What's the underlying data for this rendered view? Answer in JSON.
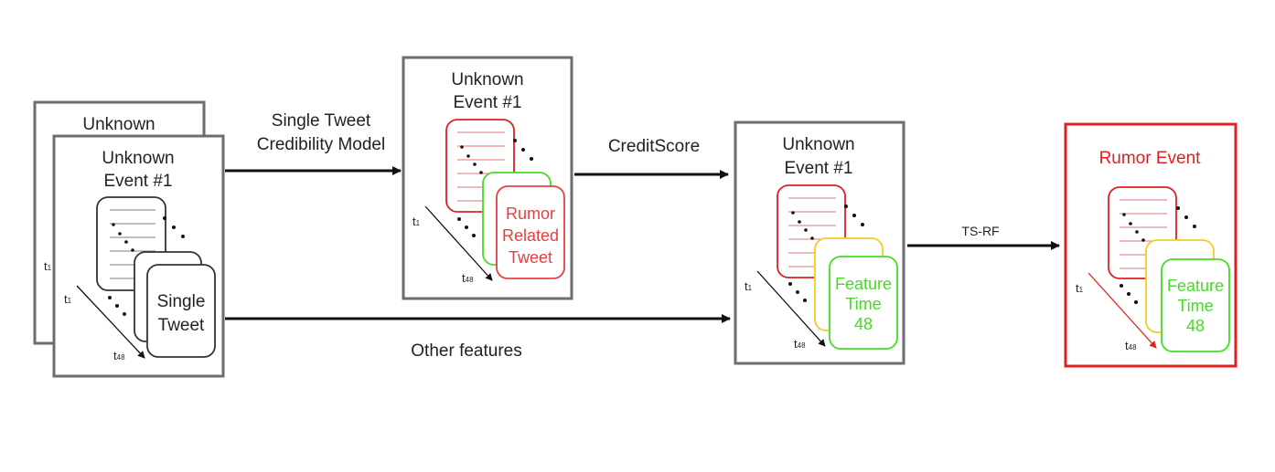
{
  "stage1": {
    "back_title": "Unknown",
    "front_title_line1": "Unknown",
    "front_title_line2": "Event #1",
    "card_label_line1": "Single",
    "card_label_line2": "Tweet",
    "t_start": "t",
    "t_start_sub": "1",
    "t_end": "t",
    "t_end_sub": "48"
  },
  "arrow1": {
    "label_line1": "Single Tweet",
    "label_line2": "Credibility Model"
  },
  "stage2": {
    "title_line1": "Unknown",
    "title_line2": "Event #1",
    "card_label_line1": "Rumor",
    "card_label_line2": "Related",
    "card_label_line3": "Tweet",
    "t_start": "t",
    "t_start_sub": "1",
    "t_end": "t",
    "t_end_sub": "48"
  },
  "arrow2": {
    "label": "CreditScore"
  },
  "arrow_bottom": {
    "label": "Other features"
  },
  "stage3": {
    "title_line1": "Unknown",
    "title_line2": "Event #1",
    "card_label_line1": "Feature",
    "card_label_line2": "Time",
    "card_label_line3": "48",
    "t_start": "t",
    "t_start_sub": "1",
    "t_end": "t",
    "t_end_sub": "48"
  },
  "arrow3": {
    "label": "TS-RF"
  },
  "stage4": {
    "title": "Rumor Event",
    "card_label_line1": "Feature",
    "card_label_line2": "Time",
    "card_label_line3": "48",
    "t_start": "t",
    "t_start_sub": "1",
    "t_end": "t",
    "t_end_sub": "48"
  },
  "colors": {
    "frame": "#6e6e6e",
    "red": "#e02020",
    "green": "#44dd22",
    "yellow": "#f2cc22",
    "rumor_text": "#e54040",
    "line_red": "#d84848",
    "dark": "#222222"
  }
}
